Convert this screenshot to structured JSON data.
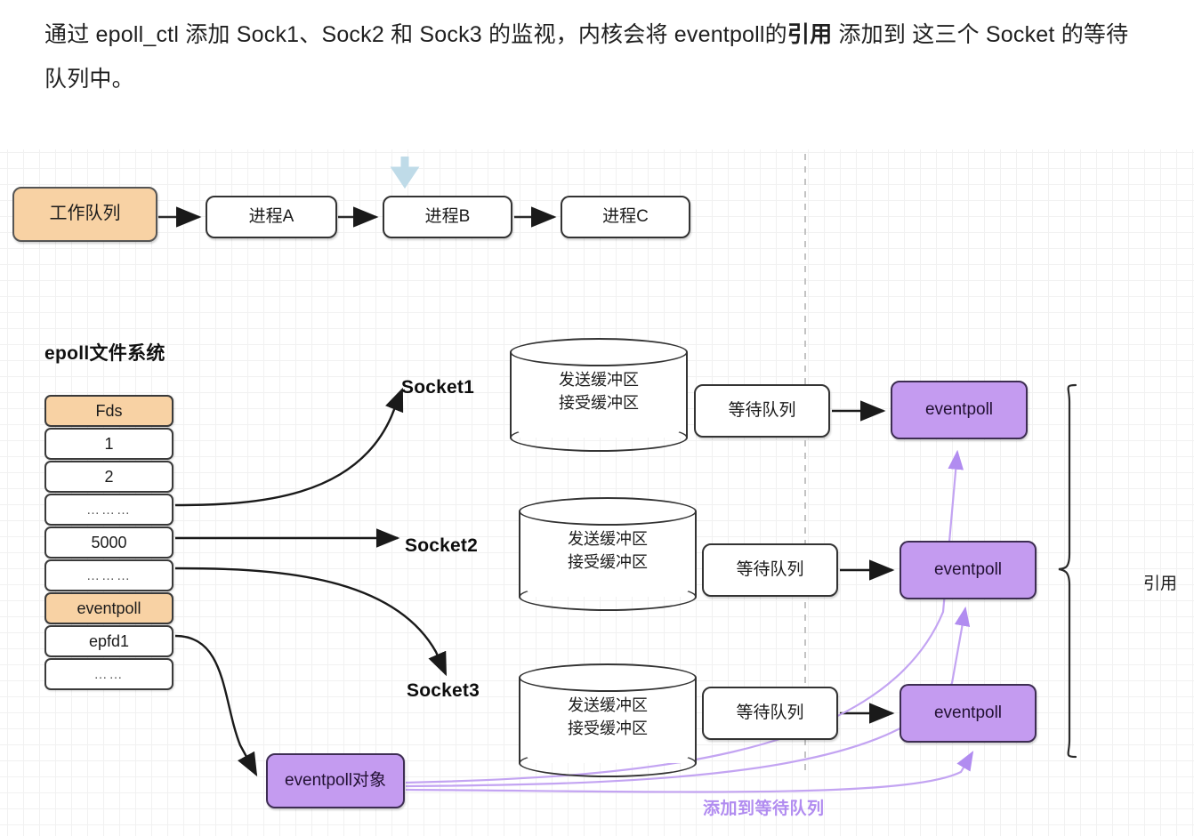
{
  "caption": {
    "line1_a": "通过 epoll_ctl 添加 Sock1、Sock2 和 Sock3 的监视，内核会将 eventpoll的",
    "line1_b": "引用",
    "line1_c": " 添加到",
    "line2": "这三个 Socket 的等待队列中。"
  },
  "colors": {
    "orange_fill": "#f8d2a4",
    "purple_fill": "#c49bf0",
    "purple_stroke": "#3d2d52",
    "purple_accent": "#b18cf0",
    "node_stroke": "#333333",
    "grid_line": "#e3e3e3",
    "blue_arrow": "#bfdbe8"
  },
  "workqueue_row": {
    "queue_label": "工作队列",
    "processes": [
      {
        "label": "进程A"
      },
      {
        "label": "进程B"
      },
      {
        "label": "进程C"
      }
    ],
    "hint_arrow_icon": "down-arrow-icon"
  },
  "epoll_fs": {
    "title": "epoll文件系统",
    "table": {
      "header": "Fds",
      "rows": [
        {
          "label": "1",
          "kind": "plain"
        },
        {
          "label": "2",
          "kind": "plain"
        },
        {
          "label": "………",
          "kind": "dots"
        },
        {
          "label": "5000",
          "kind": "plain"
        },
        {
          "label": "………",
          "kind": "dots"
        },
        {
          "label": "eventpoll",
          "kind": "orange"
        },
        {
          "label": "epfd1",
          "kind": "plain"
        },
        {
          "label": "……",
          "kind": "dots"
        }
      ]
    }
  },
  "sockets": [
    {
      "name": "Socket1",
      "buffer_line1": "发送缓冲区",
      "buffer_line2": "接受缓冲区",
      "wait_queue": "等待队列",
      "eventpoll": "eventpoll"
    },
    {
      "name": "Socket2",
      "buffer_line1": "发送缓冲区",
      "buffer_line2": "接受缓冲区",
      "wait_queue": "等待队列",
      "eventpoll": "eventpoll"
    },
    {
      "name": "Socket3",
      "buffer_line1": "发送缓冲区",
      "buffer_line2": "接受缓冲区",
      "wait_queue": "等待队列",
      "eventpoll": "eventpoll"
    }
  ],
  "eventpoll_object": {
    "label": "eventpoll对象"
  },
  "annotations": {
    "brace_label": "引用",
    "add_to_wait_queue": "添加到等待队列"
  }
}
